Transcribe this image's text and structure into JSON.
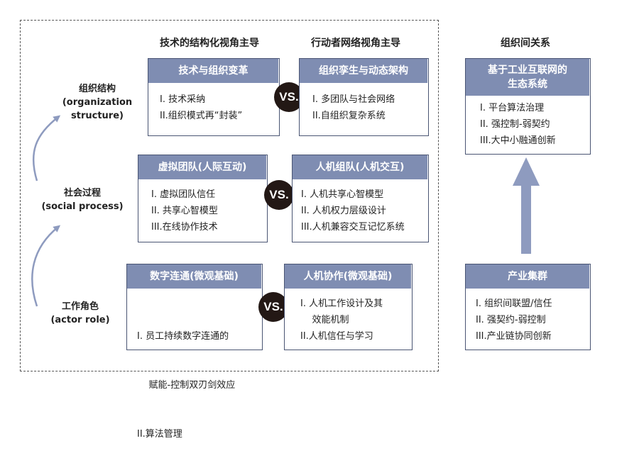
{
  "column_titles": {
    "tech": "技术的结构化视角主导",
    "actor": "行动者网络视角主导",
    "inter": "组织间关系"
  },
  "row_labels": {
    "structure": [
      "组织结构",
      "(organization",
      "structure)"
    ],
    "social": [
      "社会过程",
      "(social process)"
    ],
    "role": [
      "工作角色",
      "(actor role)"
    ]
  },
  "vs_label": "VS.",
  "boxes": {
    "tech_change": {
      "title": "技术与组织变革",
      "items": [
        "I. 技术采纳",
        "II.组织模式再“封装”"
      ]
    },
    "org_coevo": {
      "title": "组织孪生与动态架构",
      "items": [
        "I. 多团队与社会网络",
        "II.自组织复杂系统"
      ]
    },
    "virtual_team": {
      "title": "虚拟团队(人际互动)",
      "items": [
        "I.  虚拟团队信任",
        "II. 共享心智模型",
        "III.在线协作技术"
      ]
    },
    "hm_team": {
      "title": "人机组队(人机交互)",
      "items": [
        "I.  人机共享心智模型",
        "II. 人机权力层级设计",
        "III.人机兼容交互记忆系统"
      ]
    },
    "digital_link": {
      "title": "数字连通(微观基础)",
      "items": [
        "I. 员工持续数字连通的",
        "    赋能-控制双刃剑效应",
        "II.算法管理"
      ]
    },
    "hm_collab": {
      "title": "人机协作(微观基础)",
      "items": [
        "I. 人机工作设计及其",
        "    效能机制",
        "II.人机信任与学习"
      ]
    },
    "ecosystem": {
      "title": "基于工业互联网的\n生态系统",
      "items": [
        "I.  平台算法治理",
        "II.  强控制-弱契约",
        "III.大中小融通创新"
      ]
    },
    "cluster": {
      "title": "产业集群",
      "items": [
        "I.  组织间联盟/信任",
        "II. 强契约-弱控制",
        "III.产业链协同创新"
      ]
    }
  },
  "colors": {
    "header_fill": "#7f8db2",
    "box_border": "#4a5573",
    "vs_fill": "#231815",
    "arrow": "#8e9bbf"
  }
}
